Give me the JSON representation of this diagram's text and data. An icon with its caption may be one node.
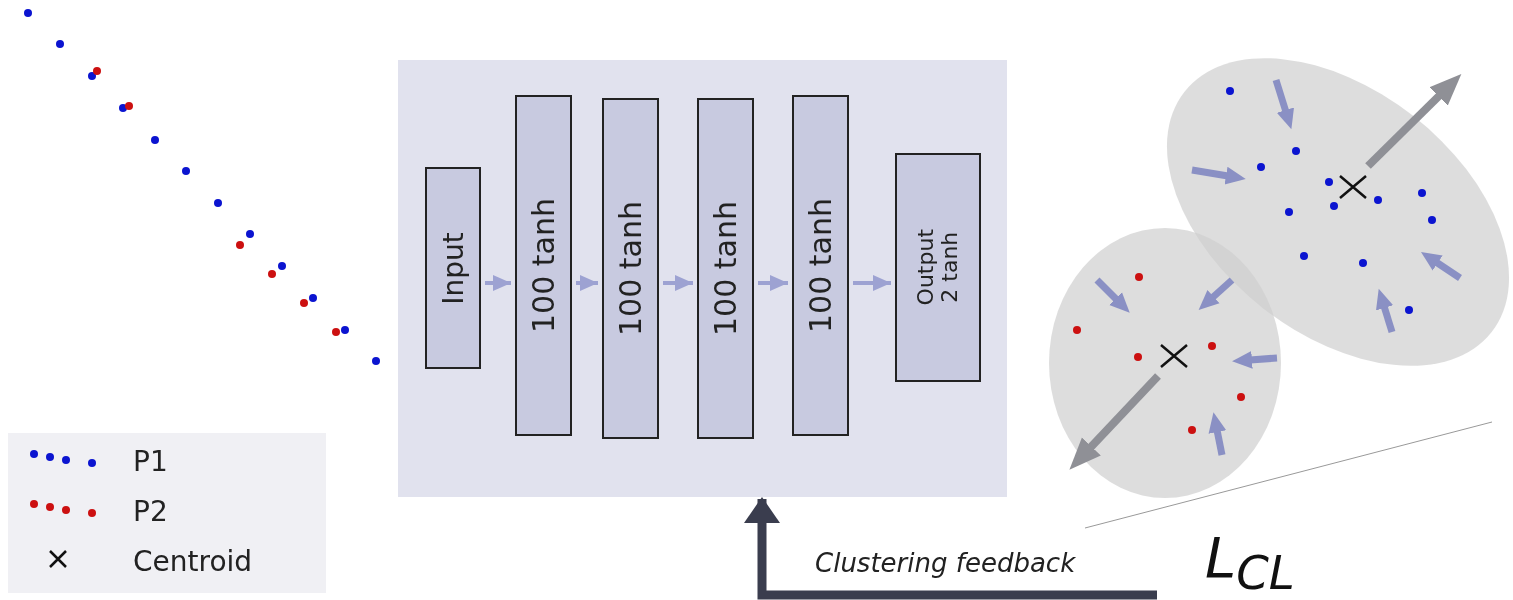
{
  "diagram": {
    "nodes": [
      {
        "text": [],
        "shape": "box"
      },
      {
        "text": [
          "Input"
        ],
        "in": 0
      },
      {
        "text": [
          "100 tanh"
        ],
        "in": 0
      },
      {
        "text": [
          "100 tanh"
        ],
        "in": 0
      },
      {
        "text": [
          "100 tanh"
        ],
        "in": 0
      },
      {
        "text": [
          "100 tanh"
        ],
        "in": 0
      },
      {
        "text": [
          "Output 2 tanh"
        ],
        "in": 0
      },
      {
        "text": [
          "L$_{CL}$"
        ]
      }
    ],
    "edges": [
      {
        "from": 1,
        "to": 2,
        "arrow": "to"
      },
      {
        "from": 2,
        "to": 3,
        "arrow": "to"
      },
      {
        "from": 3,
        "to": 4,
        "arrow": "to"
      },
      {
        "from": 4,
        "to": 5,
        "arrow": "to"
      },
      {
        "from": 5,
        "to": 6,
        "arrow": "to"
      },
      {
        "from": 7,
        "to": 0,
        "arrow": "to",
        "label": "Clustering feedback",
        "style": "thick",
        "color": "#3a3d4e"
      }
    ],
    "legend": [
      {
        "text": "P1"
      },
      {
        "text": "P2"
      },
      {
        "text": "Centroid"
      }
    ]
  }
}
